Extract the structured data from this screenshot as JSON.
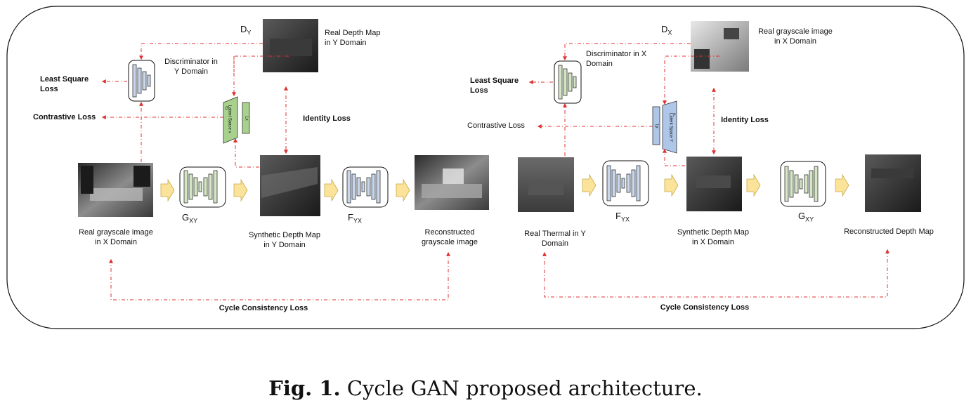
{
  "left": {
    "input_label": "Real grayscale image\nin X Domain",
    "generator_symbol": "G",
    "generator_sub": "XY",
    "synthetic_label": "Synthetic Depth Map\nin Y Domain",
    "inverse_symbol": "F",
    "inverse_sub": "YX",
    "reconstructed_label": "Reconstructed\ngrayscale image",
    "disc_symbol": "D",
    "disc_sub": "Y",
    "disc_label": "Discriminator in\nY Domain",
    "real_label": "Real Depth Map\nin Y Domain",
    "least_square": "Least Square\nLoss",
    "contrastive": "Contrastive  Loss",
    "identity": "Identity Loss",
    "cycle": "Cycle Consistency Loss",
    "latent_top": "G",
    "latent_text": "Latent Space x",
    "lx": "Lx"
  },
  "right": {
    "input_label": "Real Thermal in Y\nDomain",
    "generator_symbol": "F",
    "generator_sub": "YX",
    "synthetic_label": "Synthetic Depth Map\nin X Domain",
    "inverse_symbol": "G",
    "inverse_sub": "XY",
    "reconstructed_label": "Reconstructed Depth Map",
    "disc_symbol": "D",
    "disc_sub": "X",
    "disc_label": "Discriminator in X\nDomain",
    "real_label": "Real grayscale image\nin X Domain",
    "least_square": "Least Square\nLoss",
    "contrastive": "Contrastive  Loss",
    "identity": "Identity Loss",
    "cycle": "Cycle Consistency Loss",
    "latent_top": "F",
    "latent_text": "Latent Space Y",
    "ly": "Ly"
  },
  "caption": {
    "prefix": "Fig. 1.",
    "text": " Cycle GAN proposed architecture."
  },
  "colors": {
    "dashed_red": "#e03030",
    "blue_bar": "#c9d7ec",
    "green_bar": "#d4e6c4",
    "arrow_fill": "#fbe49a",
    "latent_green": "#a9d18e",
    "latent_blue": "#aec6e8"
  }
}
